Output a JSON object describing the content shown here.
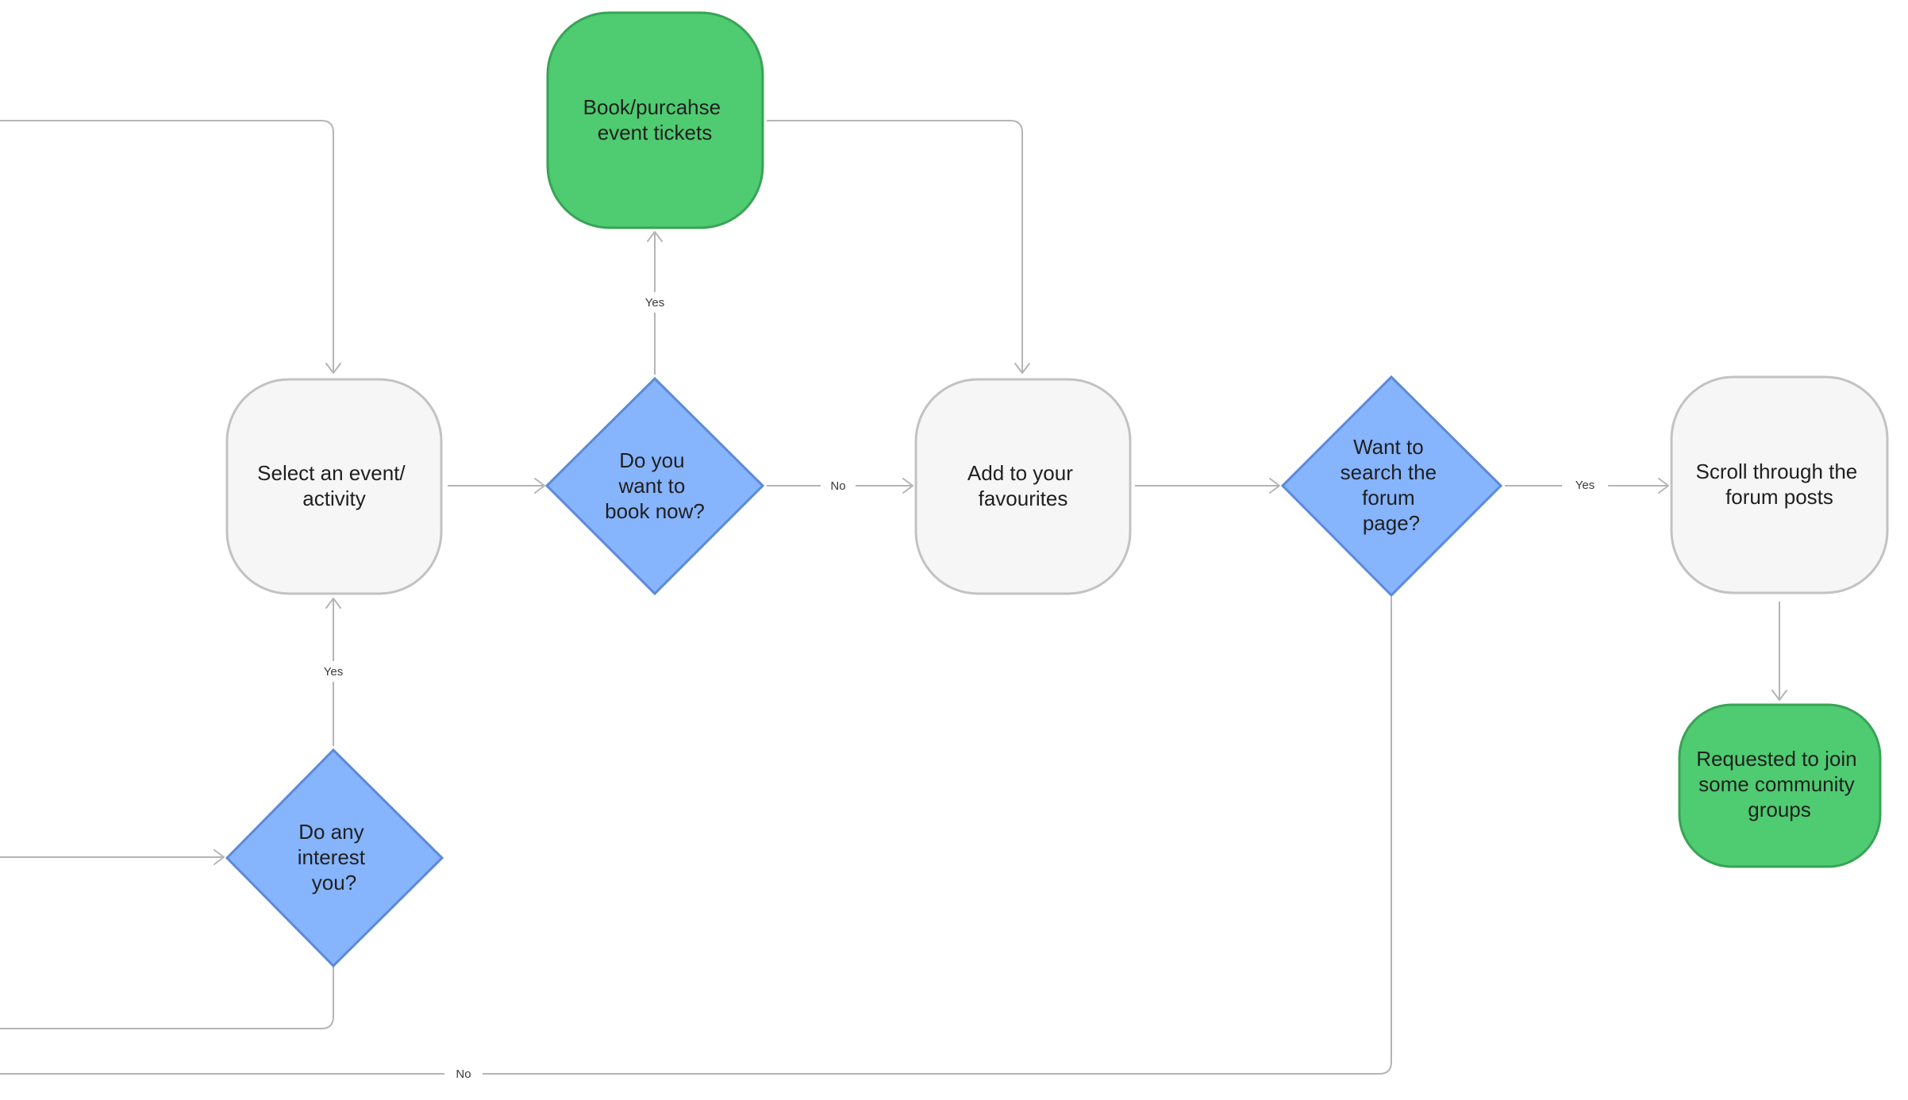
{
  "nodes": {
    "select_event": {
      "label": [
        "Select an event/",
        "activity"
      ]
    },
    "book_now_decision": {
      "label": [
        "Do you",
        "want to",
        "book now?"
      ]
    },
    "book_tickets": {
      "label": [
        "Book/purcahse",
        "event tickets"
      ]
    },
    "add_favourites": {
      "label": [
        "Add to your",
        "favourites"
      ]
    },
    "search_forum_decision": {
      "label": [
        "Want to",
        "search the",
        "forum",
        "page?"
      ]
    },
    "scroll_forum": {
      "label": [
        "Scroll through the",
        "forum posts"
      ]
    },
    "join_groups": {
      "label": [
        "Requested to join",
        "some community",
        "groups"
      ]
    },
    "interest_decision": {
      "label": [
        "Do any",
        "interest",
        "you?"
      ]
    }
  },
  "edges": {
    "book_yes": "Yes",
    "book_no": "No",
    "forum_yes": "Yes",
    "interest_yes": "Yes",
    "forum_no": "No"
  },
  "colors": {
    "process_fill": "#f6f6f6",
    "terminal_fill": "#4fcb71",
    "decision_fill": "#86b4fd",
    "connector": "#b5b5b5"
  }
}
